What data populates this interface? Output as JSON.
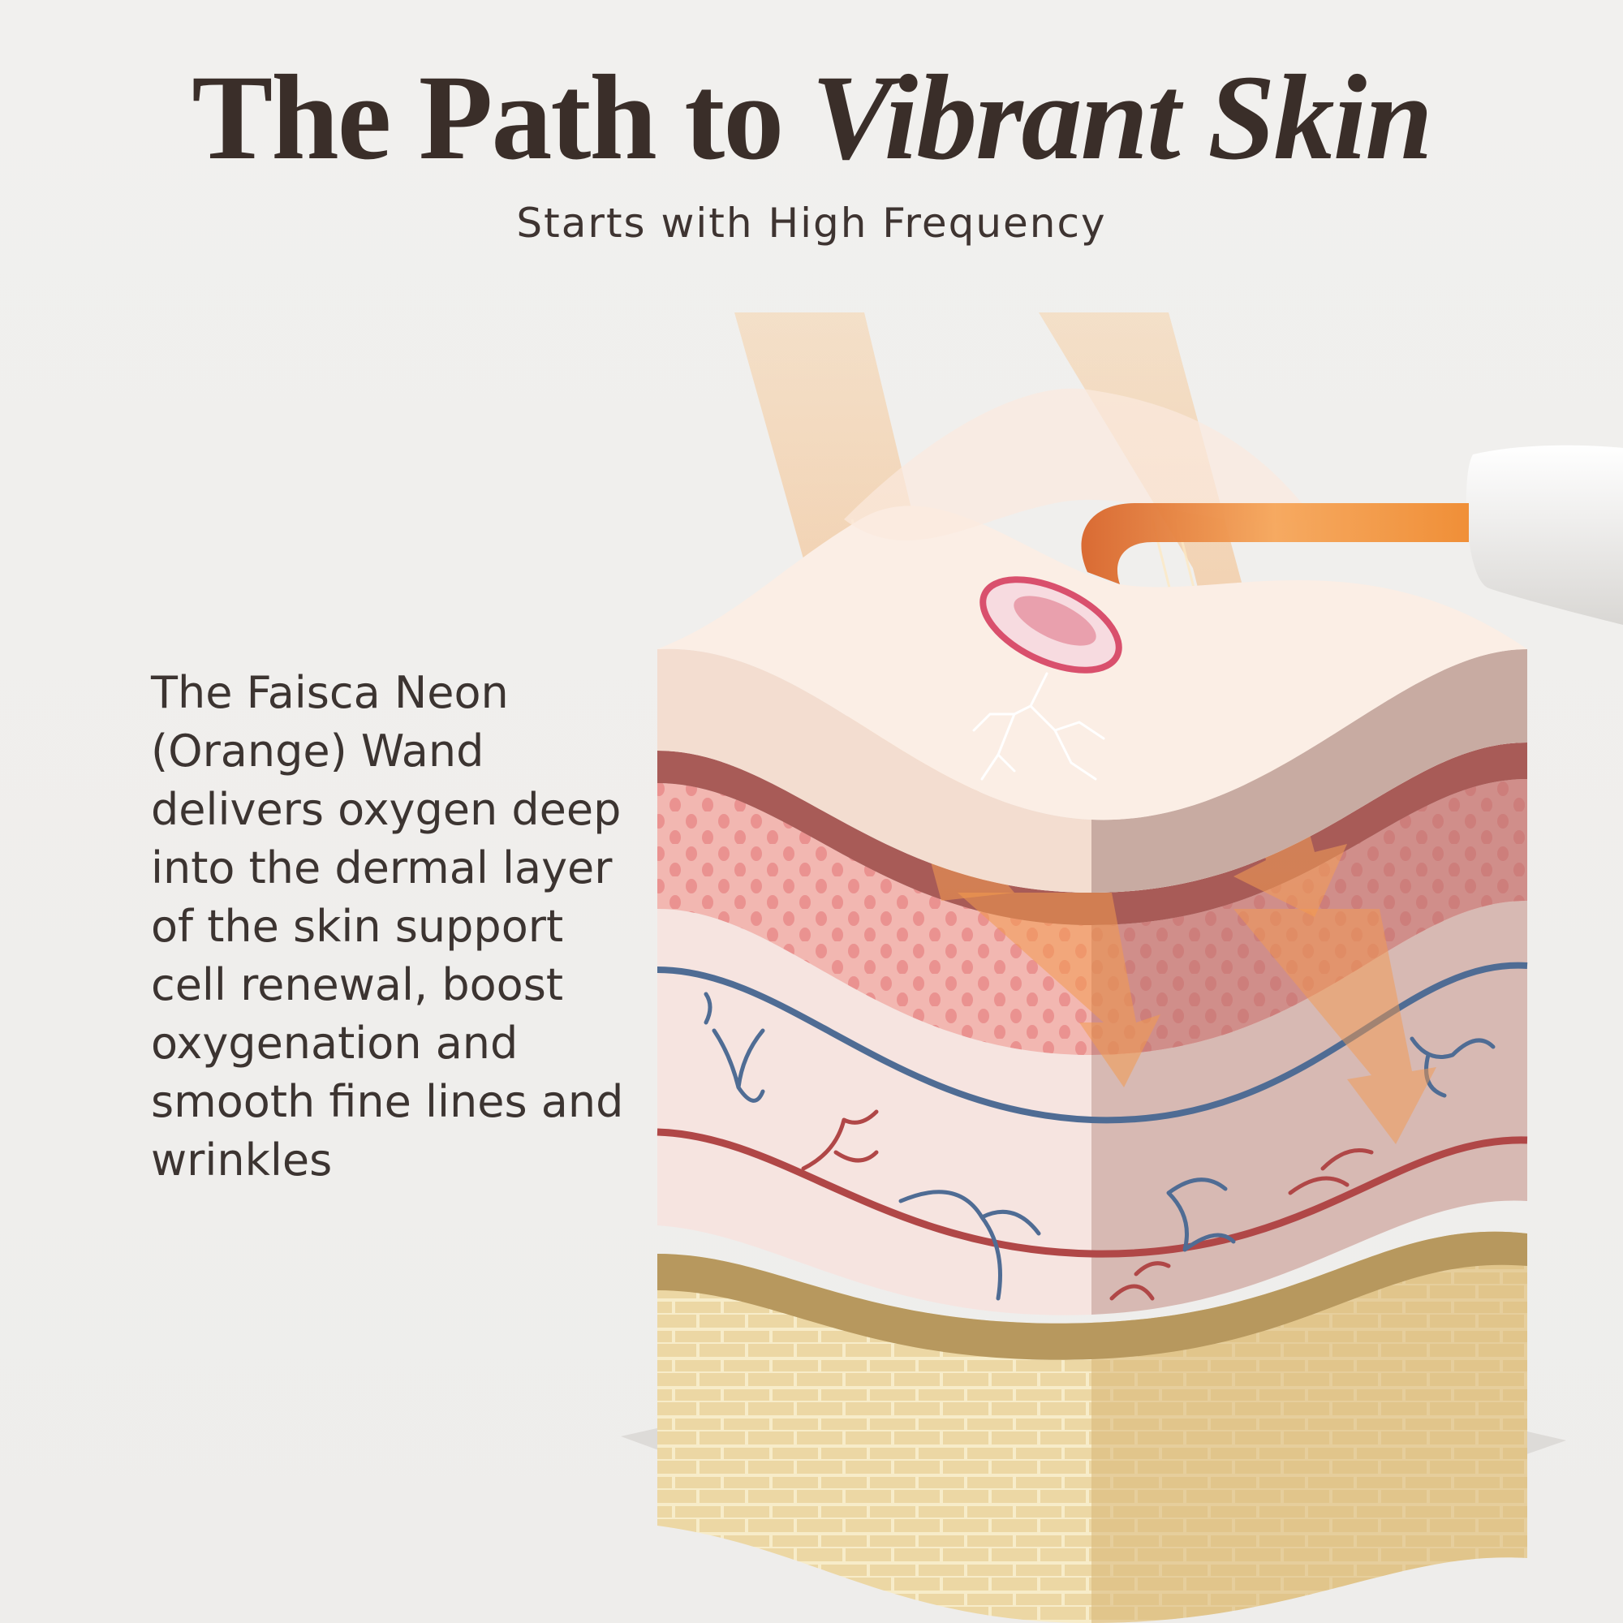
{
  "header": {
    "title_plain": "The Path to",
    "title_emphasis": "Vibrant Skin",
    "subtitle": "Starts with High Frequency"
  },
  "description": {
    "text": "The Faisca Neon (Orange) Wand delivers oxygen deep into the dermal layer of the skin support cell renewal, boost oxygenation and smooth fine lines and wrinkles"
  },
  "colors": {
    "background": "#efeeec",
    "epidermis": "#f3ddd0",
    "dermis_pink": "#e5a49f",
    "dermis_dark": "#a85b57",
    "vein_blue": "#4f6c94",
    "artery_red": "#b04747",
    "fat_yellow": "#e7cf97",
    "wand_orange": "#f08a2e",
    "beam_orange": "#f6c28a"
  },
  "icons": {
    "wand": "high-frequency-wand-icon",
    "spark": "electric-spark-icon"
  }
}
